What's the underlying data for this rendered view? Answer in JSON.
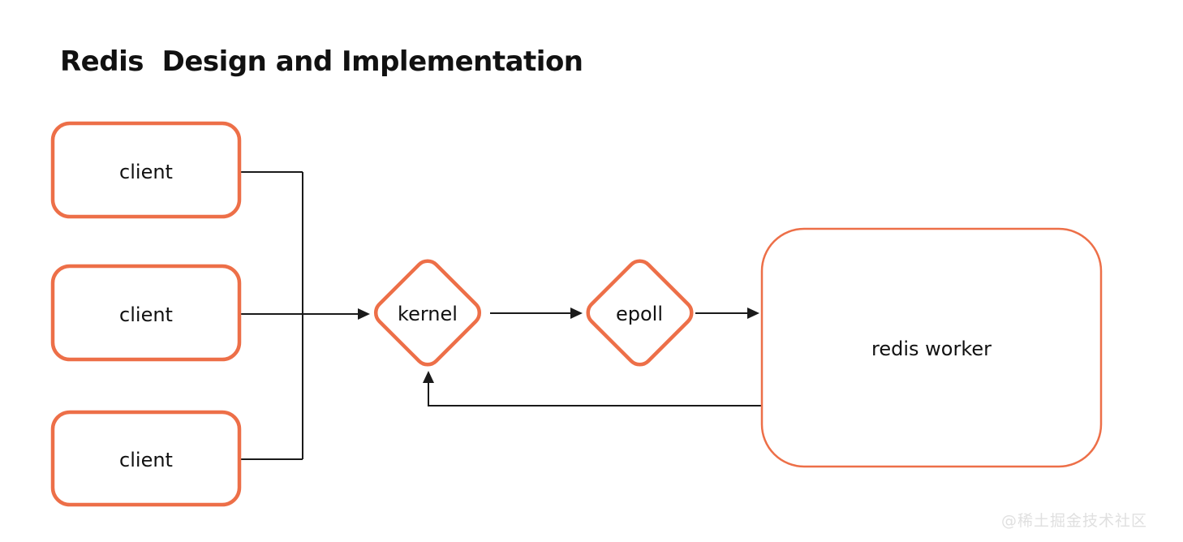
{
  "title": "Redis  Design and Implementation",
  "watermark": "@稀土掘金技术社区",
  "colors": {
    "background": "#FFFFFF",
    "node_border": "#ED6F48",
    "connector": "#1A1A1A",
    "label_text": "#111111",
    "watermark_text": "#E0E0E0"
  },
  "nodes": {
    "client_top": {
      "label": "client",
      "shape": "rounded-rectangle"
    },
    "client_middle": {
      "label": "client",
      "shape": "rounded-rectangle"
    },
    "client_bottom": {
      "label": "client",
      "shape": "rounded-rectangle"
    },
    "kernel": {
      "label": "kernel",
      "shape": "diamond"
    },
    "epoll": {
      "label": "epoll",
      "shape": "diamond"
    },
    "redis_worker": {
      "label": "redis worker",
      "shape": "rounded-rectangle"
    }
  },
  "edges": [
    {
      "from": "client_top",
      "to": "junction",
      "arrow": false
    },
    {
      "from": "client_middle",
      "to": "kernel",
      "arrow": true
    },
    {
      "from": "client_bottom",
      "to": "junction",
      "arrow": false
    },
    {
      "from": "kernel",
      "to": "epoll",
      "arrow": true
    },
    {
      "from": "epoll",
      "to": "redis_worker",
      "arrow": true
    },
    {
      "from": "redis_worker",
      "to": "kernel",
      "arrow": true
    }
  ]
}
